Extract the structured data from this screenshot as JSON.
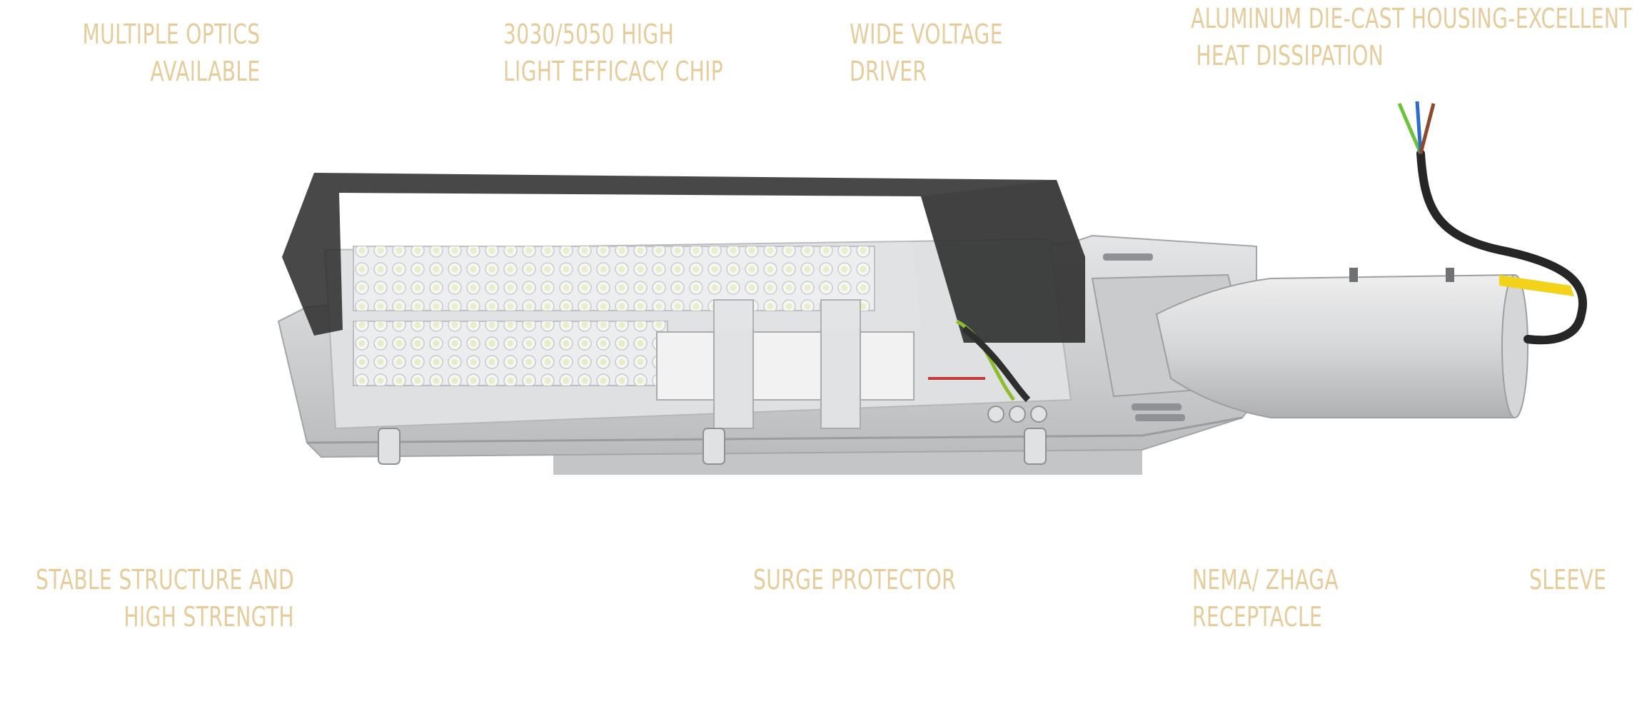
{
  "labels": {
    "optics": [
      "MULTIPLE OPTICS",
      "AVAILABLE"
    ],
    "chip": [
      "3030/5050 HIGH",
      "LIGHT EFFICACY CHIP"
    ],
    "driver": [
      "WIDE VOLTAGE",
      "DRIVER"
    ],
    "housing": [
      "ALUMINUM DIE-CAST HOUSING-EXCELLENT",
      "HEAT DISSIPATION"
    ],
    "structure": [
      "STABLE STRUCTURE AND",
      "HIGH STRENGTH"
    ],
    "surge": [
      "SURGE PROTECTOR"
    ],
    "receptacle": [
      "NEMA/ ZHAGA",
      "RECEPTACLE"
    ],
    "sleeve": [
      "SLEEVE"
    ]
  },
  "colors": {
    "label": "#e6cc9b",
    "housing": "#cfd1d3",
    "cover": "#3a3a3a",
    "led_board": "#e9eaeb"
  }
}
